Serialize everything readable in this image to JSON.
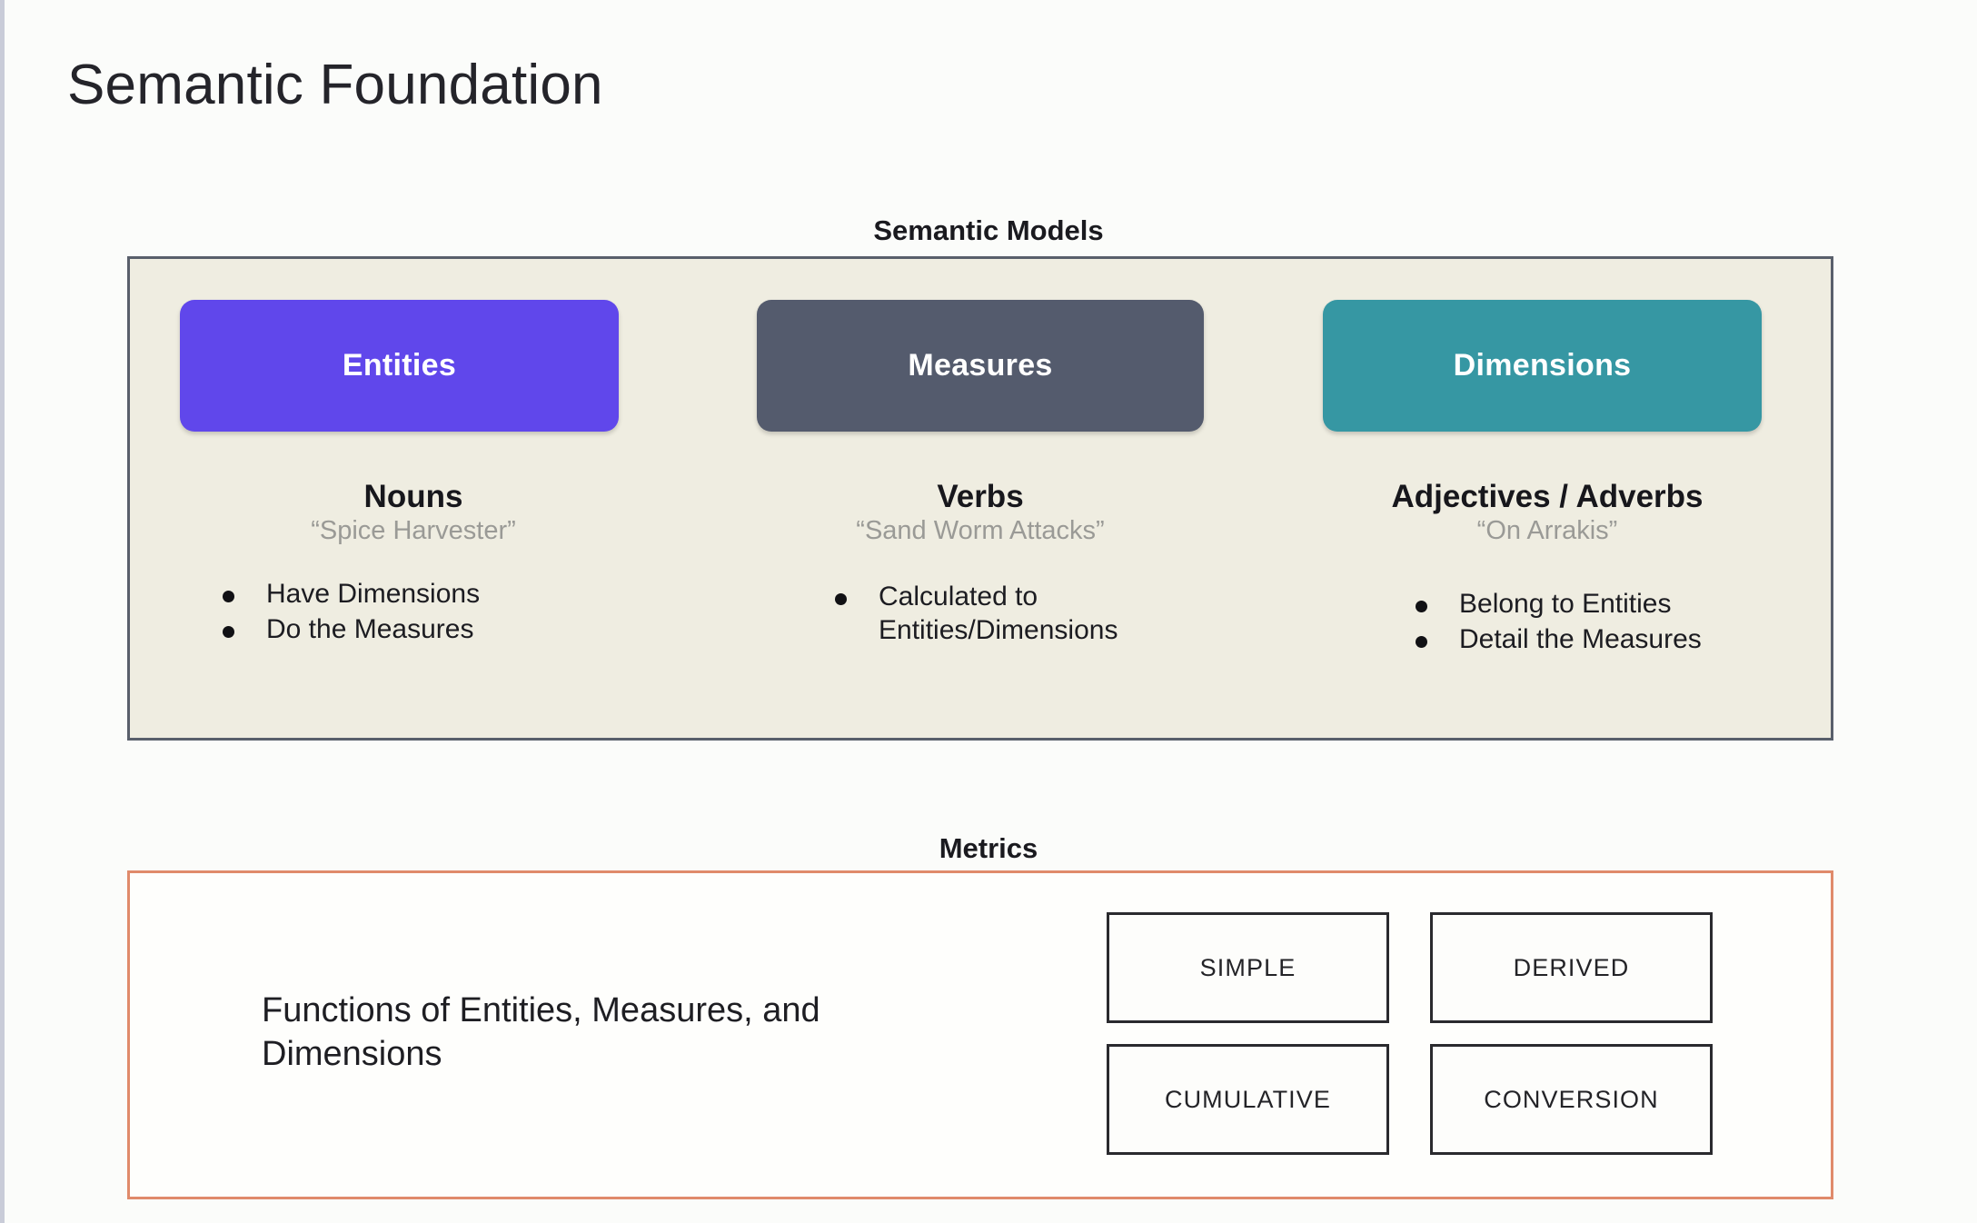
{
  "page": {
    "title": "Semantic Foundation",
    "background_color": "#FBFCFA"
  },
  "semantic_models": {
    "heading": "Semantic Models",
    "panel_background": "#EFEDE1",
    "panel_border_color": "#595F6B",
    "columns": [
      {
        "pill_label": "Entities",
        "pill_color": "#6047EB",
        "part_of_speech": "Nouns",
        "example": "“Spice Harvester”",
        "bullets": [
          "Have Dimensions",
          "Do the Measures"
        ]
      },
      {
        "pill_label": "Measures",
        "pill_color": "#545B6D",
        "part_of_speech": "Verbs",
        "example": "“Sand Worm Attacks”",
        "bullets": [
          "Calculated to Entities/Dimensions"
        ]
      },
      {
        "pill_label": "Dimensions",
        "pill_color": "#3697A3",
        "part_of_speech": "Adjectives / Adverbs",
        "example": "“On Arrakis”",
        "bullets": [
          "Belong to Entities",
          "Detail the Measures"
        ]
      }
    ]
  },
  "metrics": {
    "heading": "Metrics",
    "panel_border_color": "#E08A6B",
    "description": "Functions of Entities, Measures, and Dimensions",
    "types": [
      "SIMPLE",
      "DERIVED",
      "CUMULATIVE",
      "CONVERSION"
    ]
  }
}
